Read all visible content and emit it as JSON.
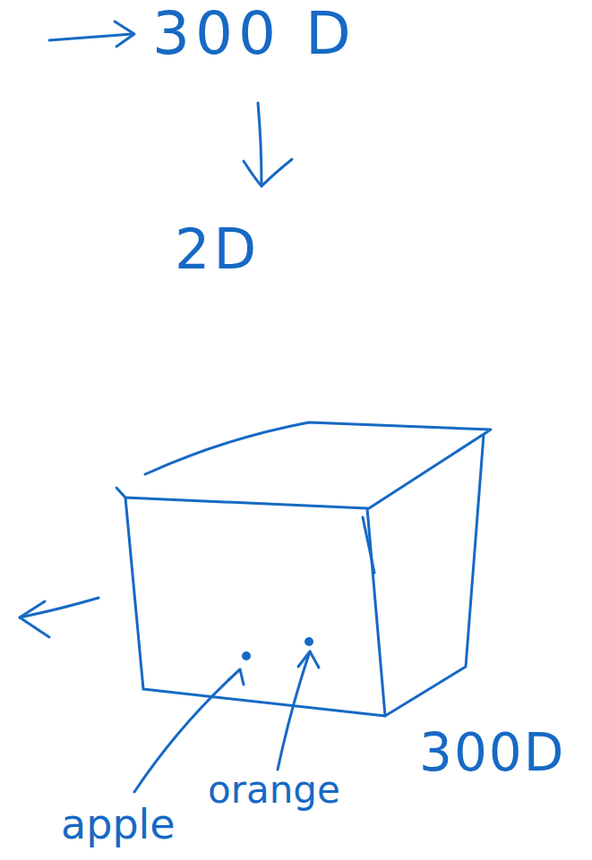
{
  "diagram": {
    "labels": [
      "300 D",
      "2D",
      "apple",
      "orange",
      "300D"
    ]
  }
}
